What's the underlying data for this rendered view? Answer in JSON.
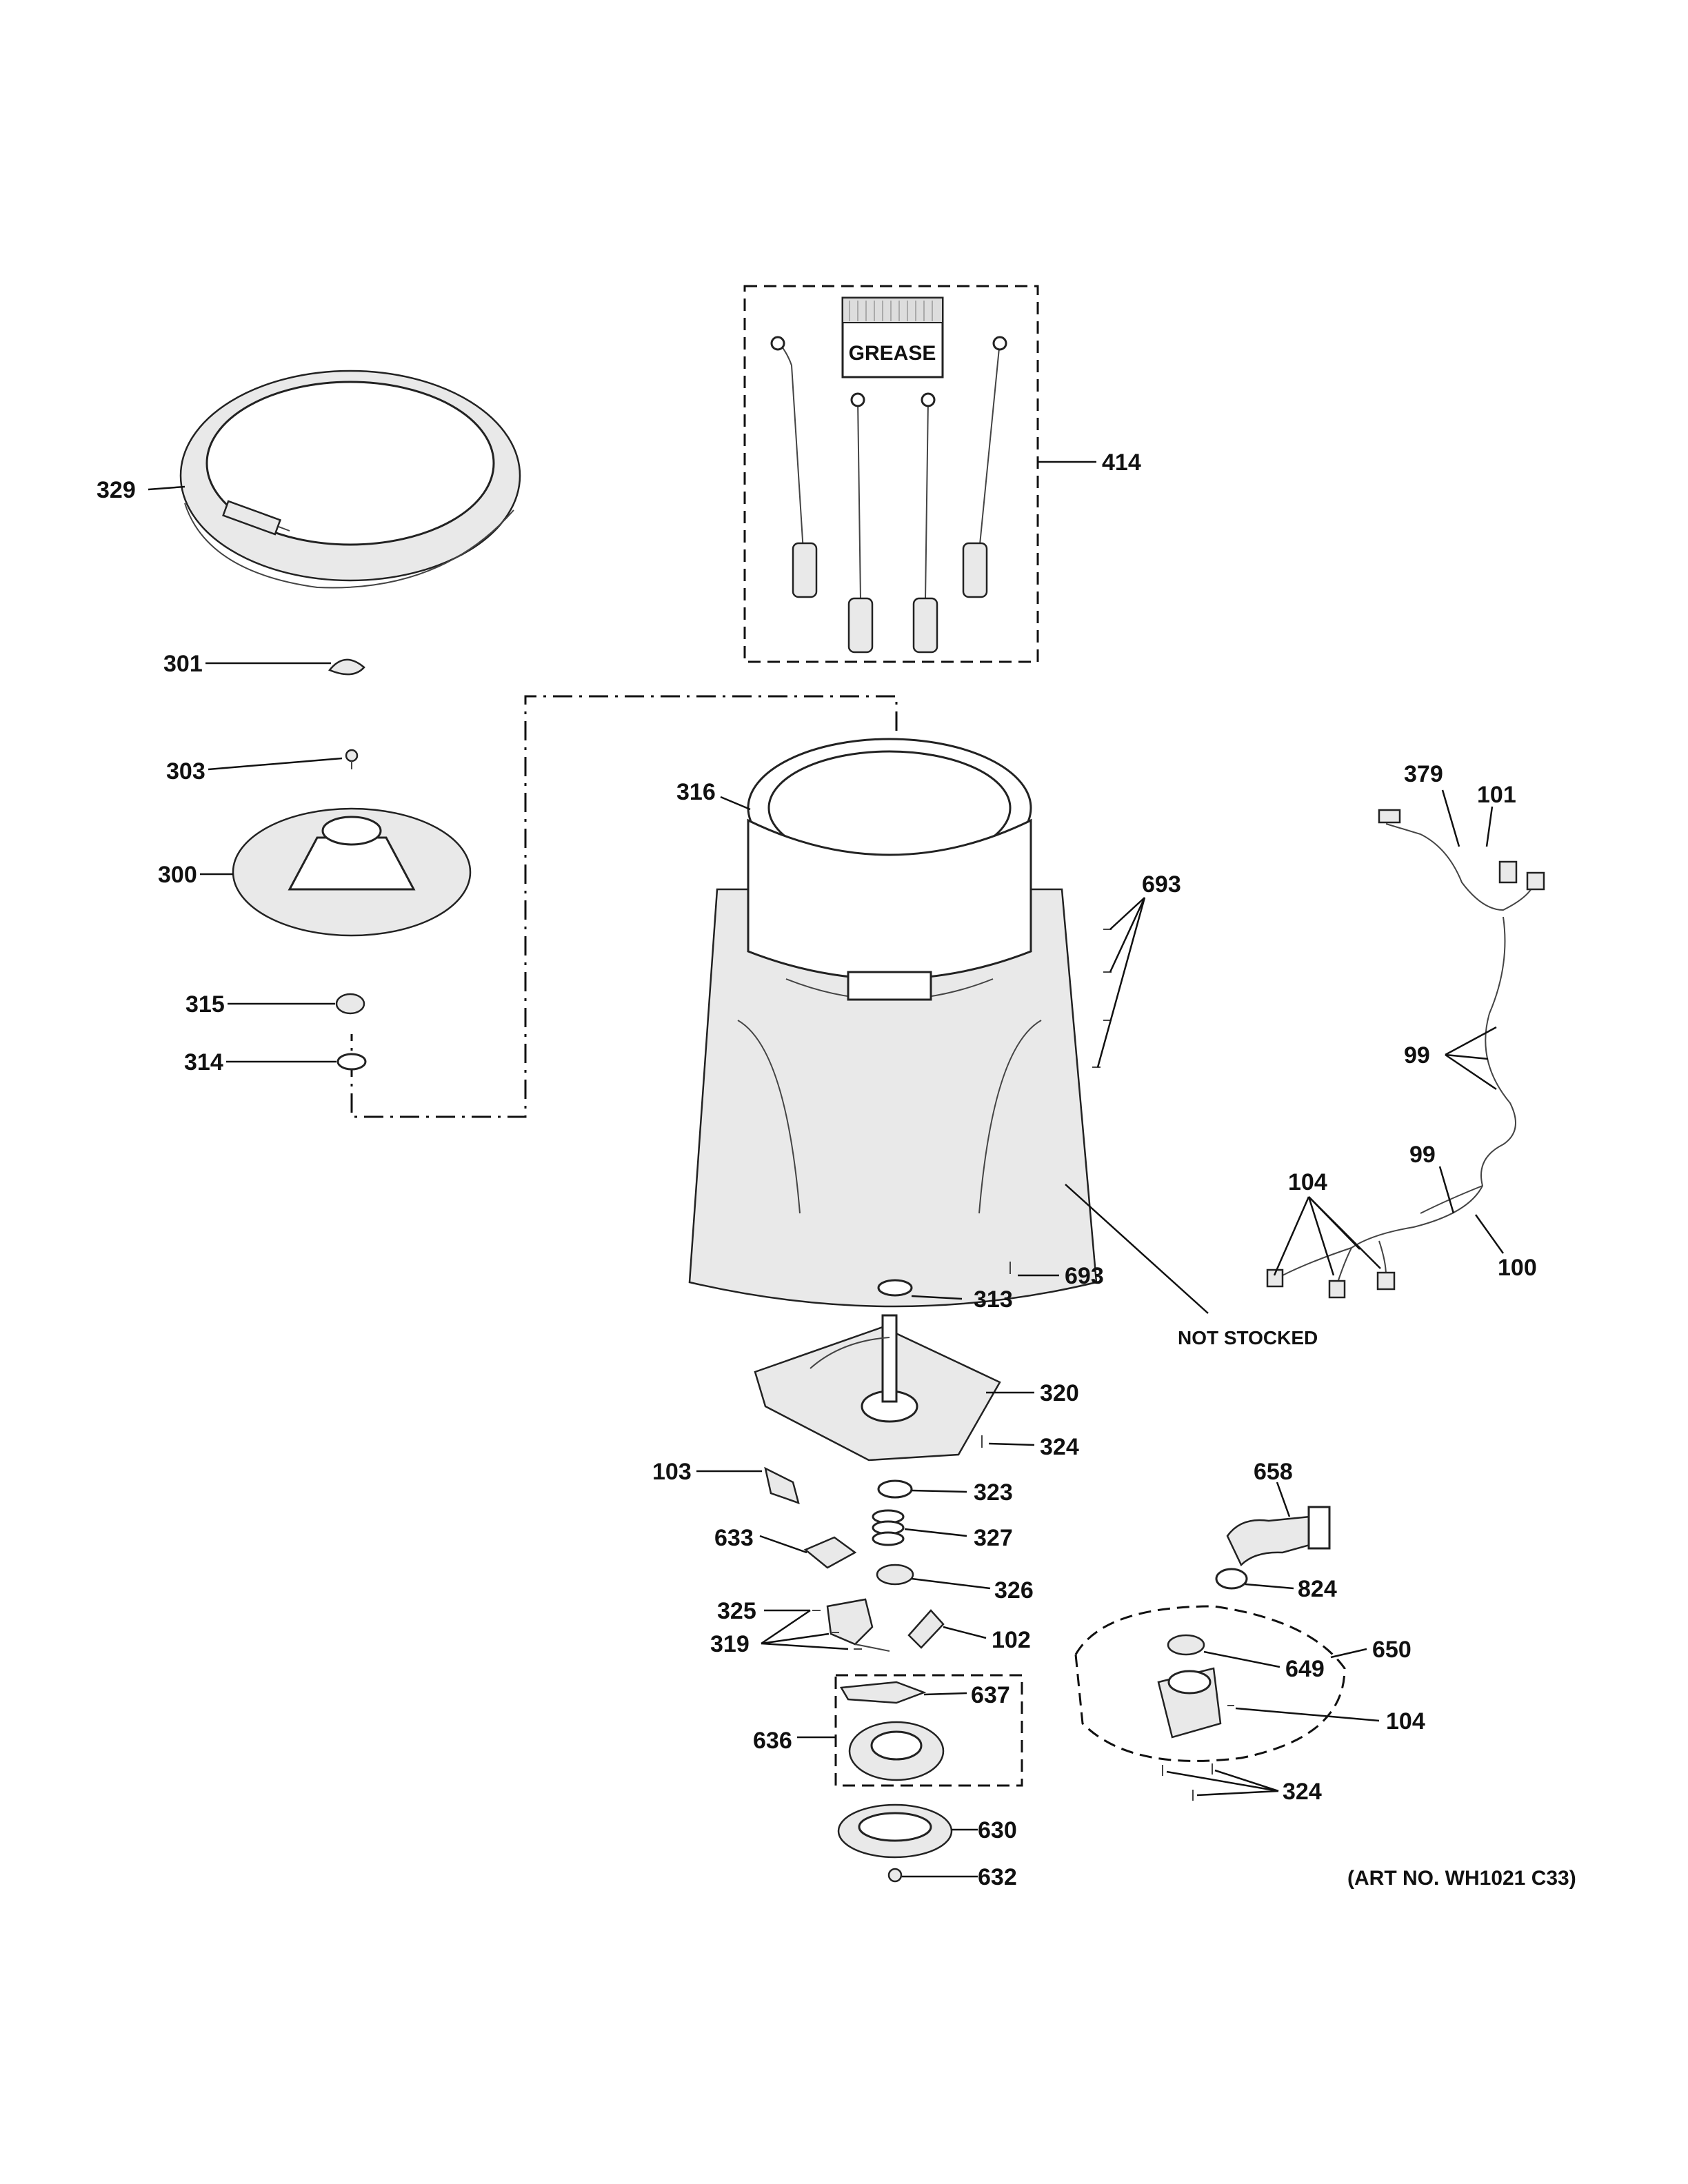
{
  "diagram": {
    "grease_text": "GREASE",
    "not_stocked": "NOT STOCKED",
    "art_no": "(ART NO. WH1021 C33)",
    "callouts": {
      "c329": "329",
      "c301": "301",
      "c303": "303",
      "c300": "300",
      "c315": "315",
      "c314": "314",
      "c414": "414",
      "c316": "316",
      "c693a": "693",
      "c693b": "693",
      "c313": "313",
      "c320": "320",
      "c324a": "324",
      "c103": "103",
      "c323": "323",
      "c327": "327",
      "c633": "633",
      "c326": "326",
      "c325": "325",
      "c319": "319",
      "c102": "102",
      "c637": "637",
      "c636": "636",
      "c630": "630",
      "c632": "632",
      "c379": "379",
      "c101": "101",
      "c99a": "99",
      "c99b": "99",
      "c104a": "104",
      "c100": "100",
      "c658": "658",
      "c824": "824",
      "c649": "649",
      "c650": "650",
      "c104b": "104",
      "c324b": "324"
    }
  }
}
